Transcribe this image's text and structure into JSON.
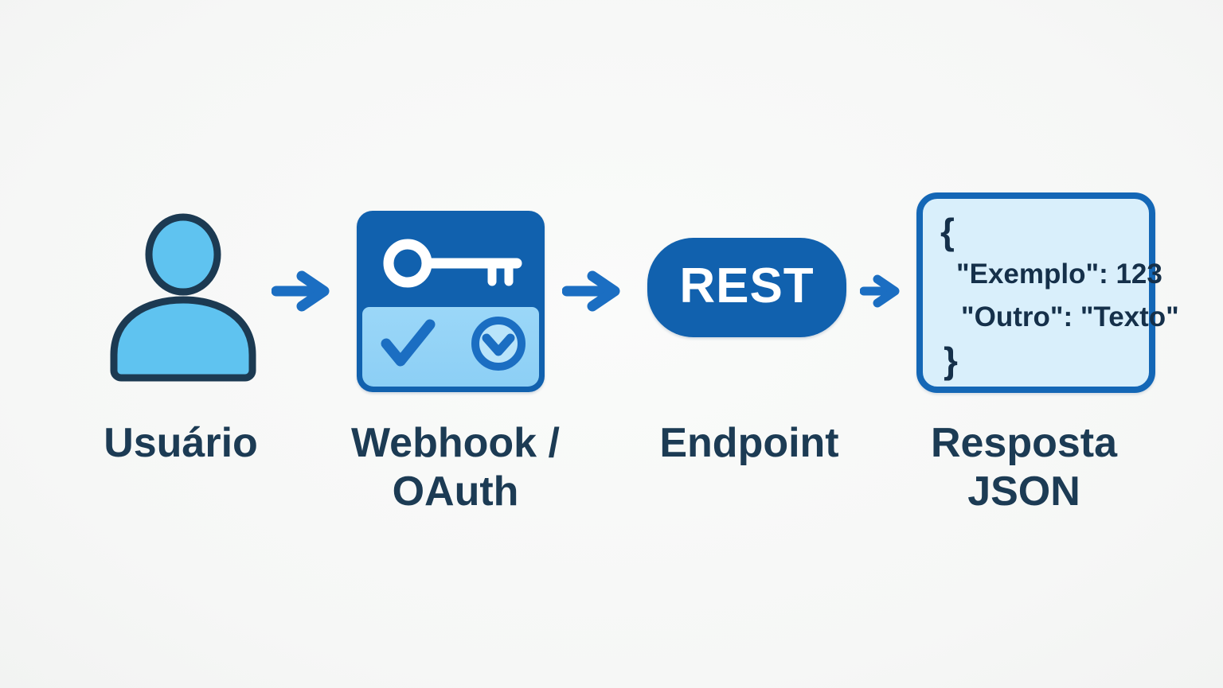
{
  "diagram": {
    "kind": "api-auth-flow",
    "background": "#f7f8f7"
  },
  "colors": {
    "accent_blue": "#1b6ec2",
    "dark_blue": "#1161ae",
    "icon_fill_blue": "#5fc3f0",
    "panel_light_blue": "#8ed1f6",
    "badge_inner_blue": "#b9e4fa",
    "json_box_fill": "#d9effb",
    "json_box_border": "#1467b6",
    "text_navy": "#1c3b54",
    "code_text": "#15304a",
    "key_white": "#ffffff"
  },
  "nodes": {
    "user": {
      "label": "Usuário",
      "icon": "user-icon"
    },
    "auth": {
      "label_lines": [
        "Webhook /",
        "OAuth"
      ],
      "icons": [
        "key-icon",
        "checkmark-icon",
        "check-circle-icon"
      ]
    },
    "endpoint": {
      "label": "Endpoint",
      "badge": "REST"
    },
    "response": {
      "label_lines": [
        "Resposta",
        "JSON"
      ],
      "code_lines": [
        "{",
        "\"Exemplo\": 123",
        "\"Outro\": \"Texto\"",
        "}"
      ]
    }
  },
  "arrows": {
    "count": 3,
    "direction": "right"
  }
}
